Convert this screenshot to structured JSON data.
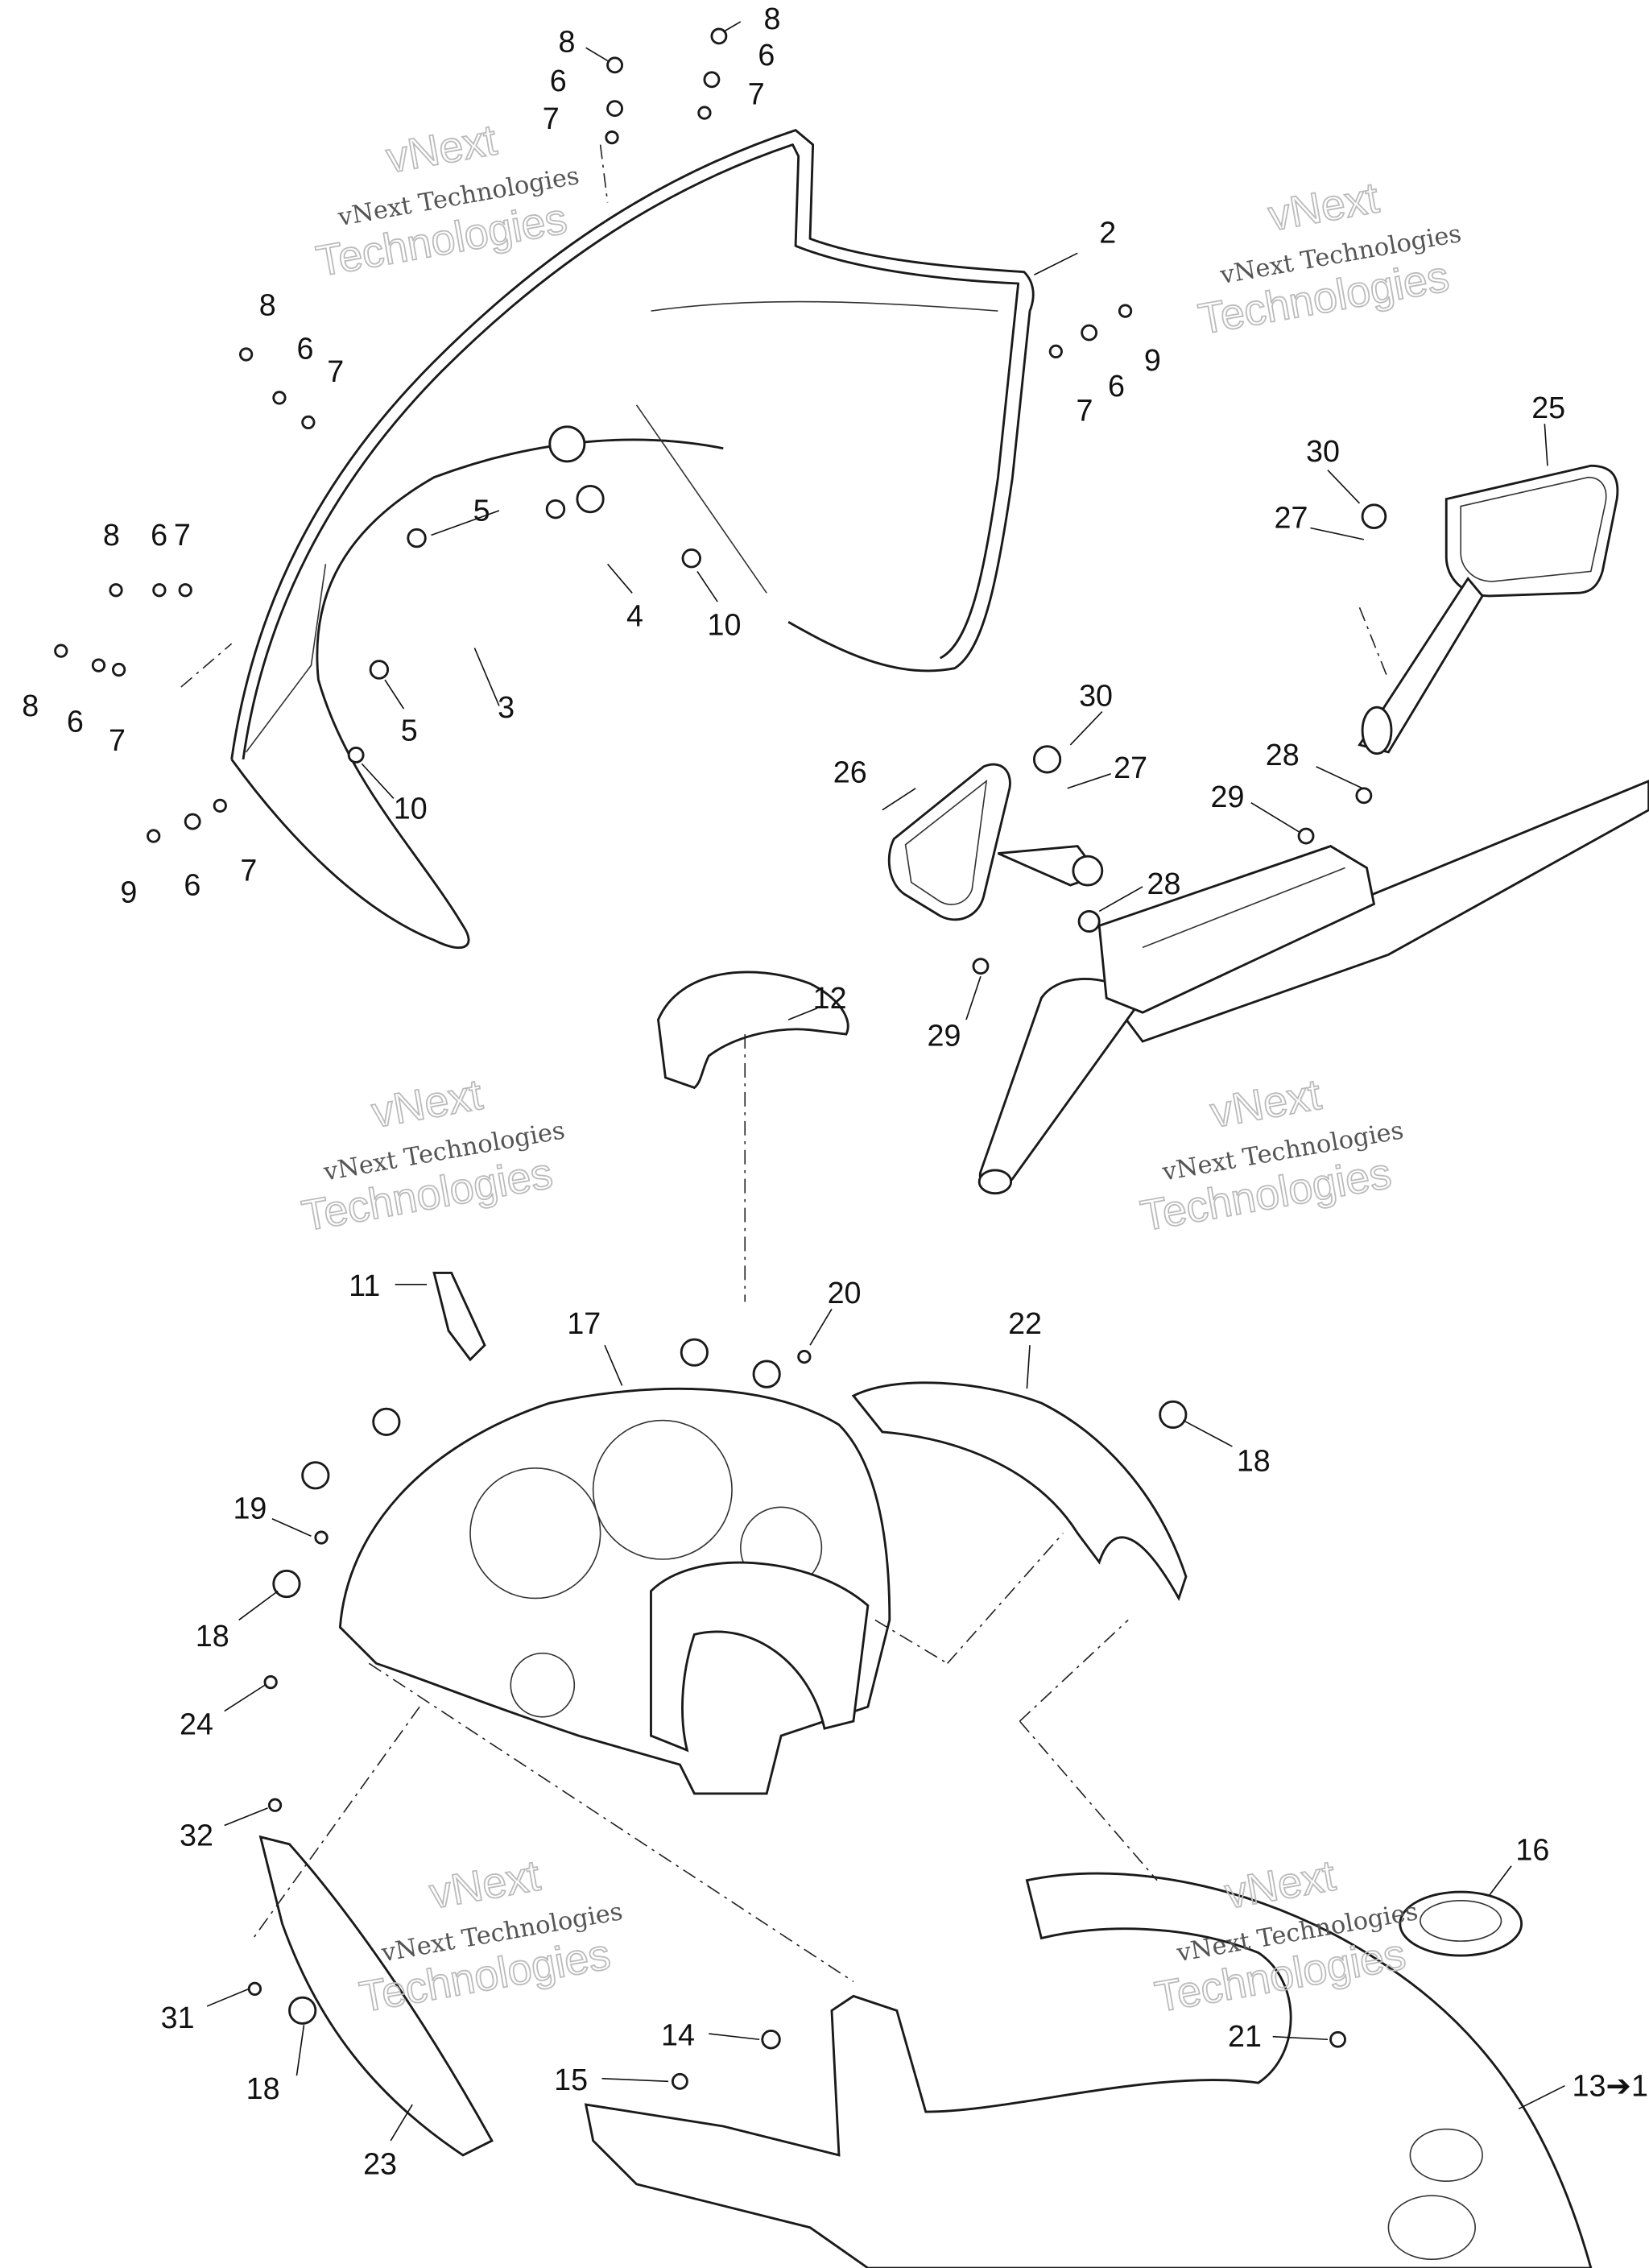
{
  "labels": [
    "8",
    "8",
    "6",
    "6",
    "7",
    "7",
    "2",
    "8",
    "6",
    "7",
    "9",
    "6",
    "7",
    "25",
    "30",
    "27",
    "5",
    "8",
    "6",
    "7",
    "4",
    "10",
    "3",
    "8",
    "6",
    "7",
    "5",
    "10",
    "30",
    "27",
    "26",
    "28",
    "29",
    "28",
    "9",
    "6",
    "7",
    "12",
    "29",
    "11",
    "20",
    "17",
    "22",
    "18",
    "19",
    "18",
    "24",
    "32",
    "31",
    "14",
    "15",
    "18",
    "21",
    "23",
    "16",
    "13➔1"
  ],
  "watermark": {
    "line1": "vNext",
    "line2": "vNext Technologies",
    "line3": "Technologies"
  }
}
